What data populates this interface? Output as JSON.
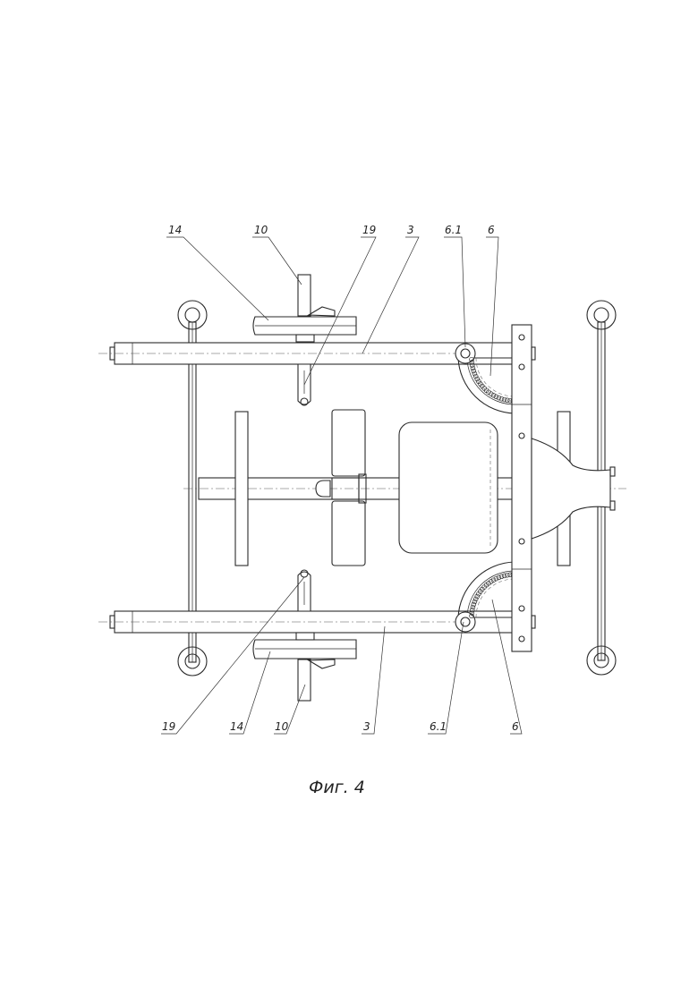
{
  "figure": {
    "caption": "Фиг. 4",
    "labels_top": [
      "14",
      "10",
      "19",
      "3",
      "6.1",
      "6"
    ],
    "labels_bottom": [
      "19",
      "14",
      "10",
      "3",
      "6.1",
      "6"
    ]
  }
}
